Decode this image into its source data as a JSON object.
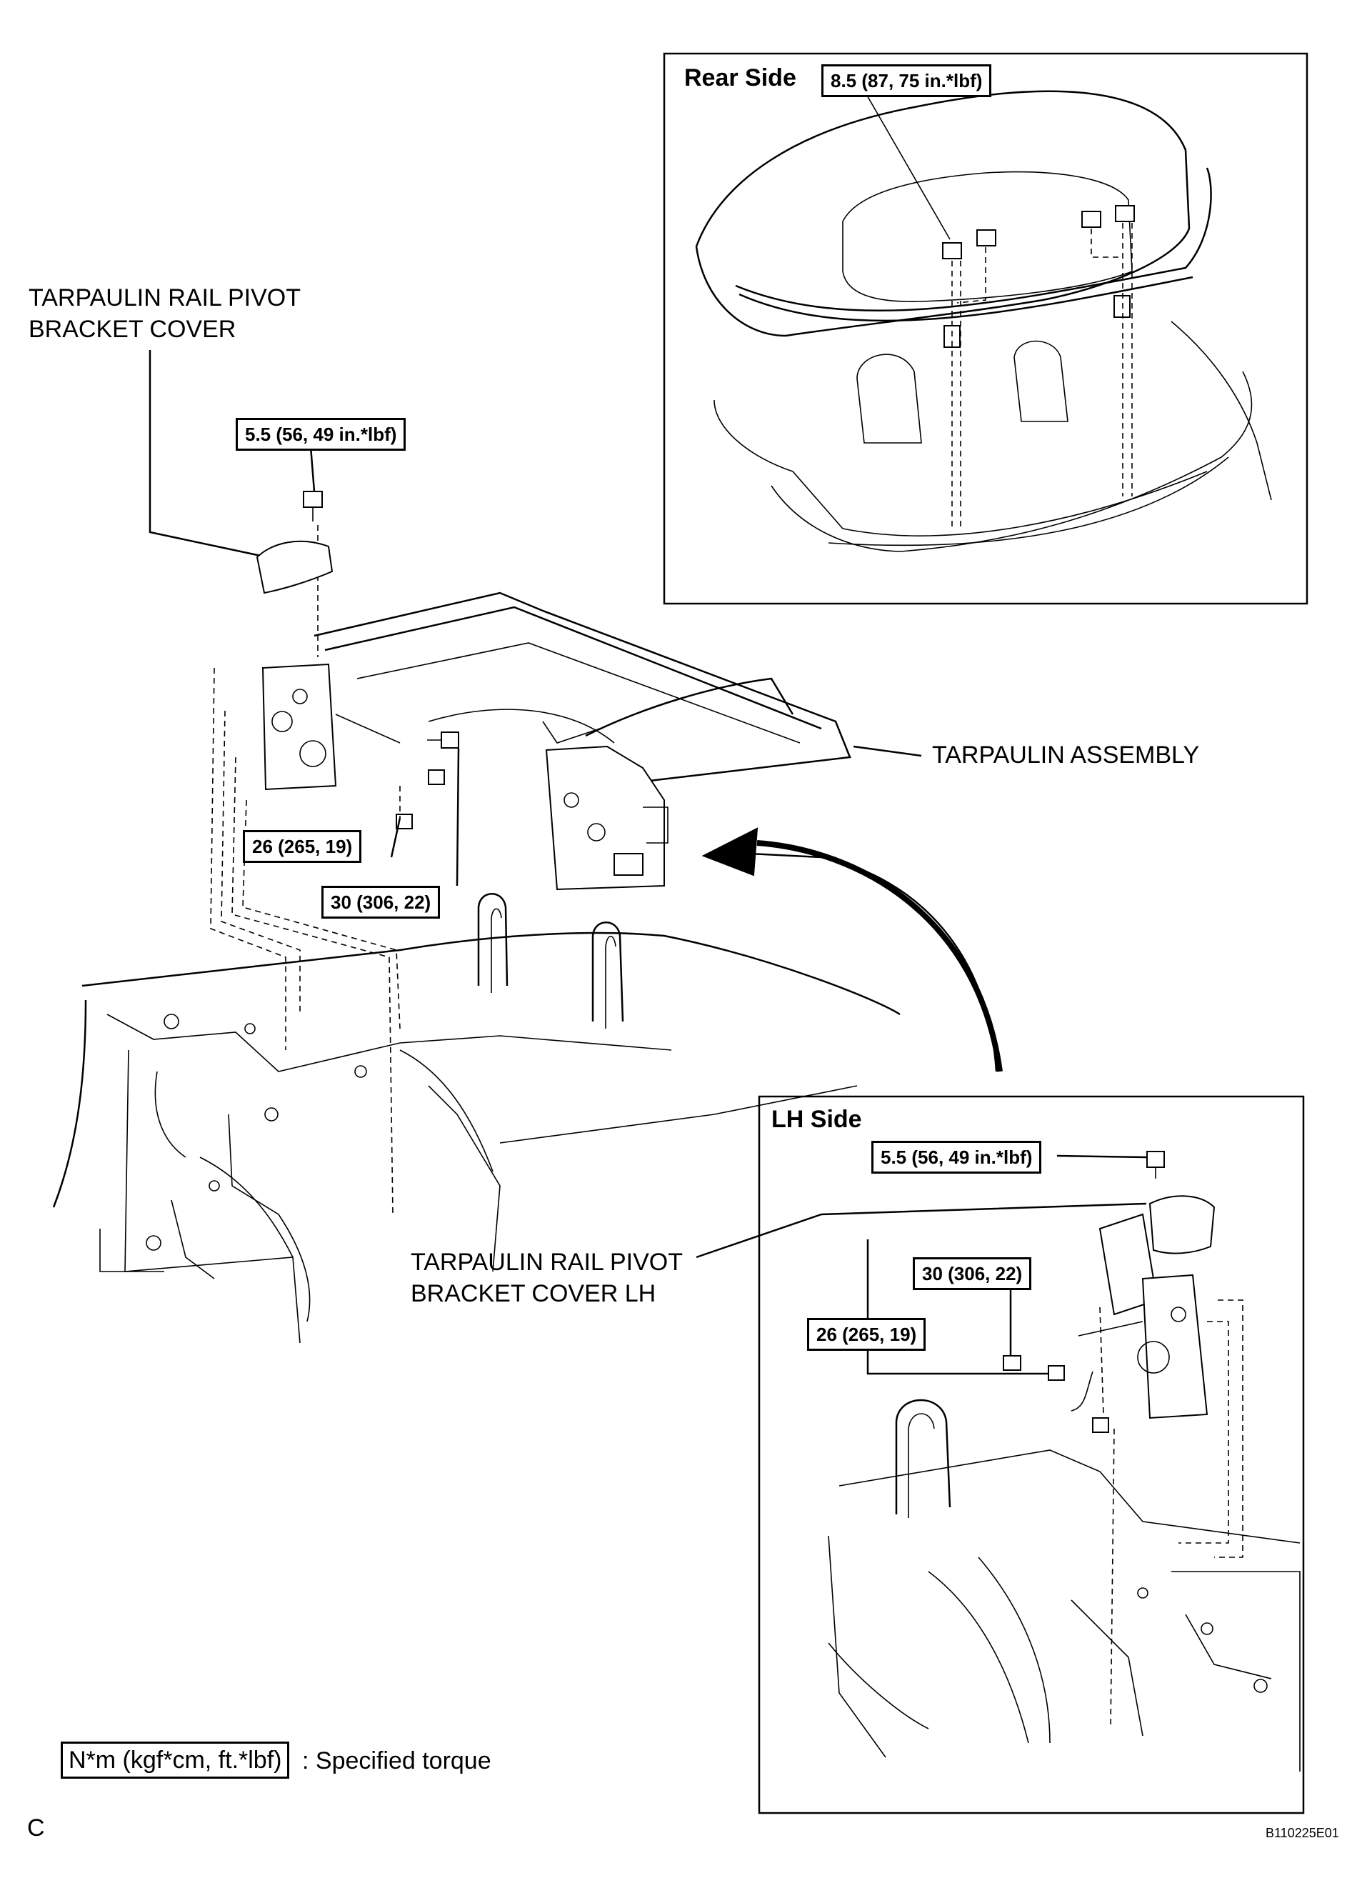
{
  "labels": {
    "pivot_cover": [
      "TARPAULIN RAIL PIVOT",
      "BRACKET COVER"
    ],
    "pivot_cover_lh": [
      "TARPAULIN RAIL PIVOT",
      "BRACKET COVER LH"
    ],
    "tarpaulin_assembly": "TARPAULIN ASSEMBLY"
  },
  "panels": {
    "rear_side": {
      "title": "Rear Side",
      "torque": "8.5 (87, 75 in.*lbf)"
    },
    "lh_side": {
      "title": "LH Side",
      "torque_top": "5.5 (56, 49 in.*lbf)",
      "torque_mid": "30 (306, 22)",
      "torque_low": "26 (265, 19)"
    }
  },
  "main_torques": {
    "cover_bolt": "5.5 (56, 49 in.*lbf)",
    "nut": "26 (265, 19)",
    "bolt": "30 (306, 22)"
  },
  "legend": {
    "box": "N*m (kgf*cm, ft.*lbf)",
    "text": ": Specified torque"
  },
  "footer": {
    "section_letter": "C",
    "figure_code": "B110225E01"
  }
}
